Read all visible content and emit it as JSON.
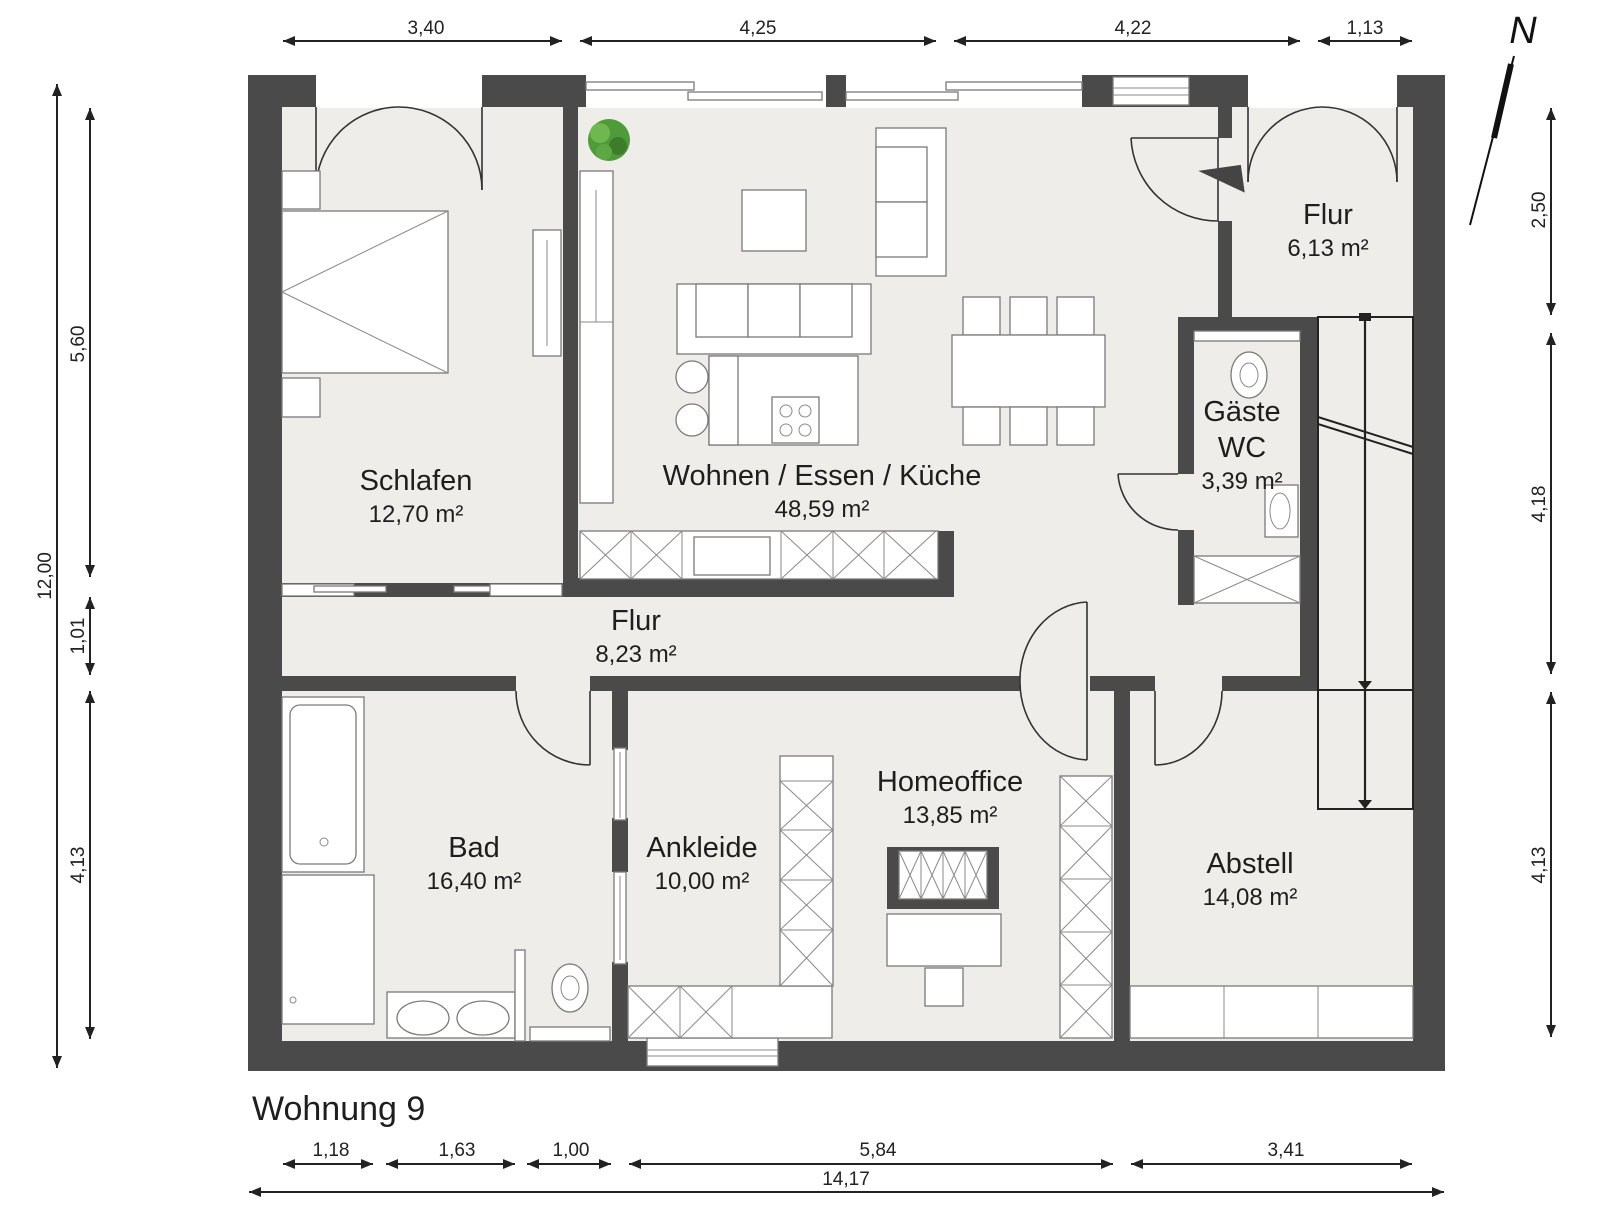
{
  "unit_name": "Wohnung 9",
  "north_label": "N",
  "rooms": [
    {
      "id": "schlafen",
      "name": "Schlafen",
      "area": "12,70 m²"
    },
    {
      "id": "wohnen",
      "name": "Wohnen / Essen / Küche",
      "area": "48,59 m²"
    },
    {
      "id": "flur-entry",
      "name": "Flur",
      "area": "6,13 m²"
    },
    {
      "id": "gaeste-wc",
      "name": "Gäste",
      "name2": "WC",
      "area": "3,39 m²"
    },
    {
      "id": "flur",
      "name": "Flur",
      "area": "8,23 m²"
    },
    {
      "id": "bad",
      "name": "Bad",
      "area": "16,40 m²"
    },
    {
      "id": "ankleide",
      "name": "Ankleide",
      "area": "10,00 m²"
    },
    {
      "id": "homeoffice",
      "name": "Homeoffice",
      "area": "13,85 m²"
    },
    {
      "id": "abstell",
      "name": "Abstell",
      "area": "14,08 m²"
    }
  ],
  "dimensions": {
    "top": [
      "3,40",
      "4,25",
      "4,22",
      "1,13"
    ],
    "bottom": [
      "1,18",
      "1,63",
      "1,00",
      "5,84",
      "3,41"
    ],
    "bottom_total": "14,17",
    "left_total": "12,00",
    "left": [
      "5,60",
      "1,01",
      "4,13"
    ],
    "right": [
      "2,50",
      "4,18",
      "4,13"
    ]
  },
  "colors": {
    "wall": "#4a4a4a",
    "floor": "#efedea",
    "fixture": "#ffffff",
    "plant": "#4f9a3a"
  }
}
